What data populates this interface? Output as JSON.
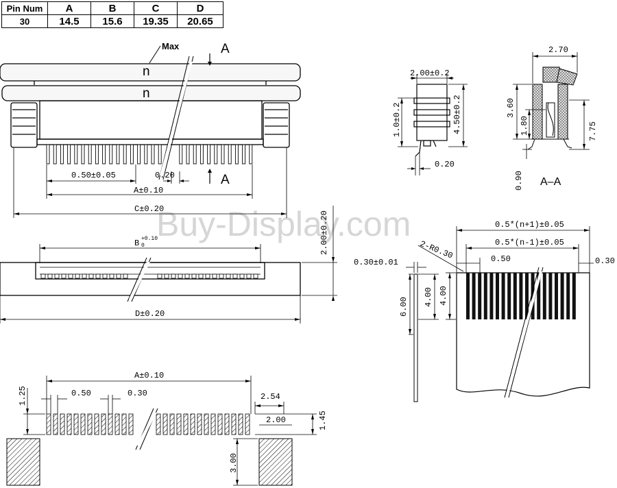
{
  "pin_table": {
    "headers": [
      "Pin Num",
      "A",
      "B",
      "C",
      "D"
    ],
    "values": [
      "30",
      "14.5",
      "15.6",
      "19.35",
      "20.65"
    ]
  },
  "front_view": {
    "max_label": "Max",
    "n_top": "n",
    "n_bottom": "n",
    "section_A_top": "A",
    "section_A_bottom": "A",
    "pitch": "0.50±0.05",
    "pin_width": "0.20",
    "dim_A": "A±0.10",
    "dim_C": "C±0.20"
  },
  "top_view": {
    "dim_B": "B",
    "dim_B_tol_upper": "+0.10",
    "dim_B_tol_lower": "0",
    "dim_D": "D±0.20",
    "height": "2.00±0.20"
  },
  "side_view": {
    "width": "2.00±0.2",
    "left_height": "1.0±0.2",
    "right_height": "4.50±0.2",
    "foot": "0.20"
  },
  "section_view": {
    "top": "2.70",
    "d1": "3.60",
    "d2": "1.80",
    "d3": "7.75",
    "d4": "0.90",
    "label": "A–A"
  },
  "watermark": "Buy-Display.com",
  "fpc": {
    "overall": "0.5*(n+1)±0.05",
    "inner": "0.5*(n-1)±0.05",
    "pitch": "0.50",
    "radius": "2-R0.30",
    "thickness": "0.30±0.01",
    "edge": "0.30",
    "height_a": "6.00",
    "height_b": "4.00",
    "height_c": "4.00"
  },
  "footprint": {
    "dim_A": "A±0.10",
    "pitch": "0.50",
    "pad_width": "0.30",
    "top_offset": "1.25",
    "side_w": "2.54",
    "side_h": "2.00",
    "pad_h": "1.45",
    "mount_h": "3.00"
  }
}
